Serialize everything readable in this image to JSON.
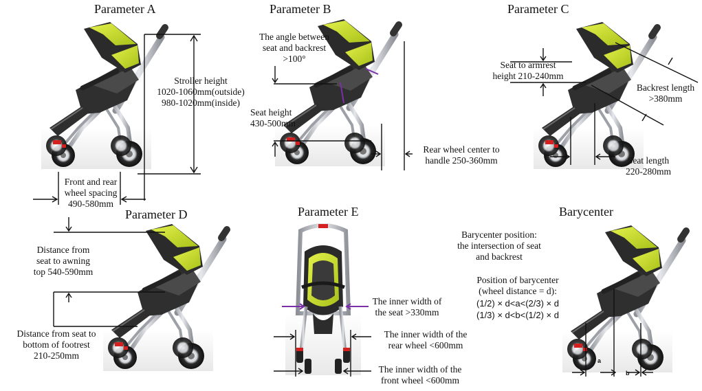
{
  "titles": {
    "a": "Parameter A",
    "b": "Parameter B",
    "c": "Parameter C",
    "d": "Parameter D",
    "e": "Parameter E",
    "bary": "Barycenter"
  },
  "param_a": {
    "height_l1": "Stroller height",
    "height_l2": "1020-1060mm(outside)",
    "height_l3": "980-1020mm(inside)",
    "spacing_l1": "Front and rear",
    "spacing_l2": "wheel spacing",
    "spacing_l3": "490-580mm"
  },
  "param_b": {
    "angle_l1": "The angle between",
    "angle_l2": "seat and backrest",
    "angle_l3": ">100°",
    "seat_l1": "Seat height",
    "seat_l2": "430-500mm",
    "rear_l1": "Rear wheel center to",
    "rear_l2": "handle 250-360mm"
  },
  "param_c": {
    "armrest_l1": "Seat to armrest",
    "armrest_l2": "height 210-240mm",
    "backrest_l1": "Backrest length",
    "backrest_l2": ">380mm",
    "seatlen_l1": "Seat length",
    "seatlen_l2": "220-280mm"
  },
  "param_d": {
    "awning_l1": "Distance from",
    "awning_l2": "seat to awning",
    "awning_l3": "top 540-590mm",
    "foot_l1": "Distance from seat to",
    "foot_l2": "bottom of footrest",
    "foot_l3": "210-250mm"
  },
  "param_e": {
    "seatw_l1": "The inner width of",
    "seatw_l2": "the seat >330mm",
    "rearw_l1": "The inner width of the",
    "rearw_l2": "rear wheel <600mm",
    "frontw_l1": "The inner width of the",
    "frontw_l2": "front wheel <600mm"
  },
  "bary": {
    "pos_l1": "Barycenter position:",
    "pos_l2": "the intersection of seat",
    "pos_l3": "and backrest",
    "formula_l1": "Position of barycenter",
    "formula_l2": "(wheel distance = d):",
    "formula_l3": "(1/2) × d<a<(2/3) × d",
    "formula_l4": "(1/3) × d<b<(1/2) × d",
    "a": "a",
    "b": "b"
  },
  "colors": {
    "canopy": "#c9e021",
    "frame": "#3a3a3a",
    "chrome": "#b9bcc2",
    "accent_purple": "#7a2fa8",
    "accent_red": "#d62020"
  }
}
